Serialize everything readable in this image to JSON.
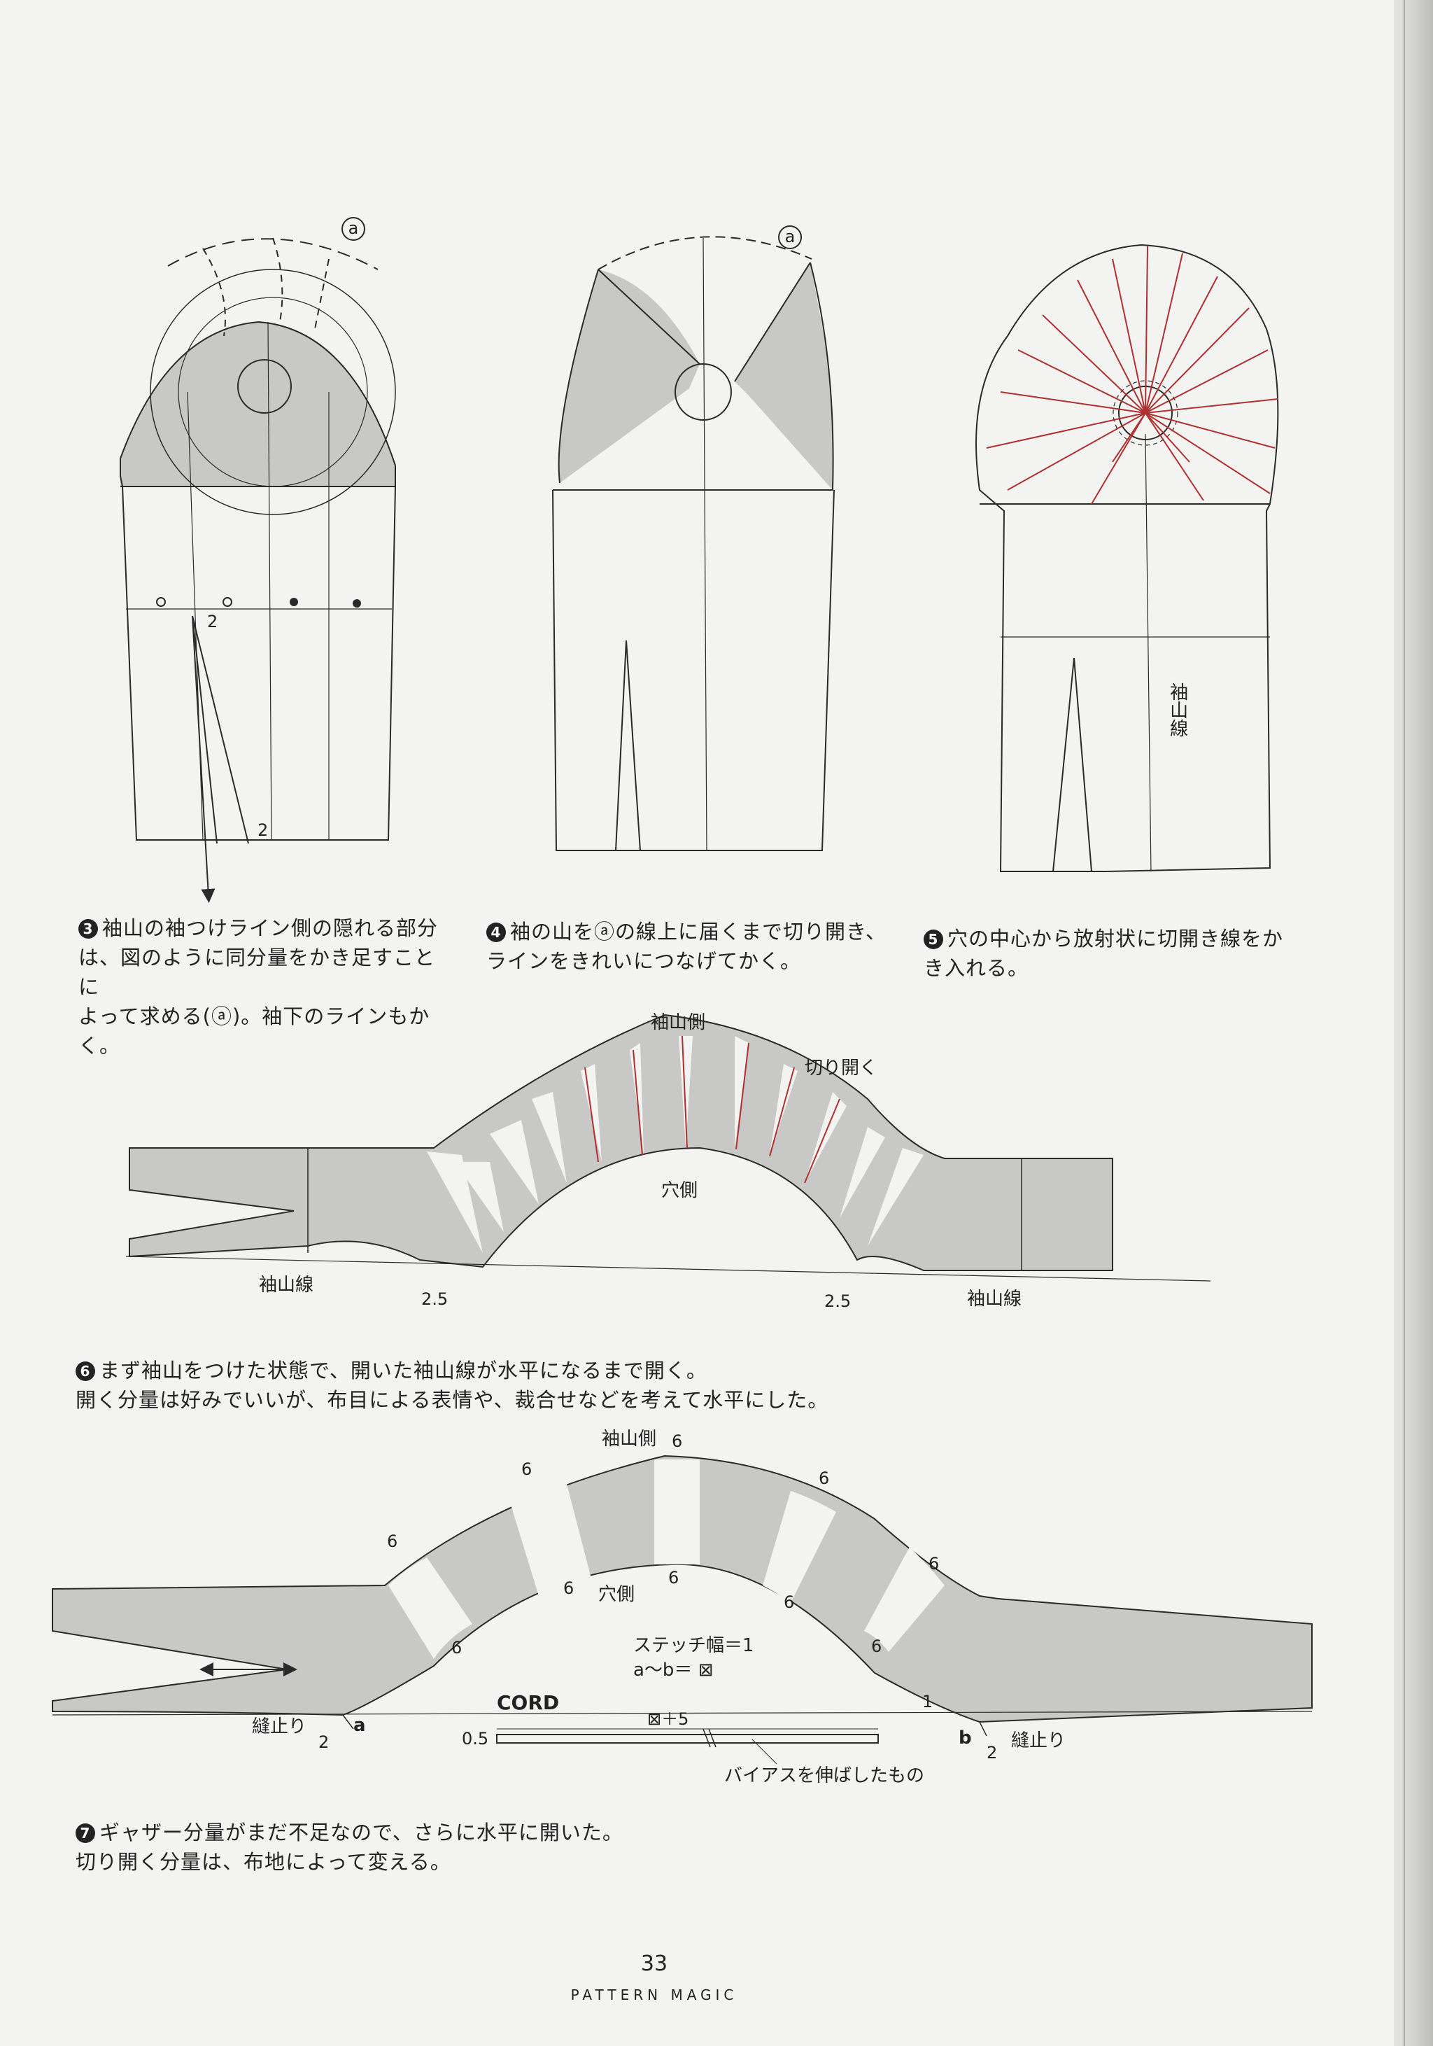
{
  "captions": {
    "c3": {
      "number": "3",
      "lines": [
        "袖山の袖つけライン側の隠れる部分",
        "は、図のように同分量をかき足すことに",
        "よって求める(ⓐ)。袖下のラインもかく。"
      ]
    },
    "c4": {
      "number": "4",
      "lines": [
        "袖の山をⓐの線上に届くまで切り開き、",
        "ラインをきれいにつなげてかく。"
      ]
    },
    "c5": {
      "number": "5",
      "lines": [
        "穴の中心から放射状に切開き線をか",
        "き入れる。"
      ]
    },
    "c6": {
      "number": "6",
      "lines": [
        "まず袖山をつけた状態で、開いた袖山線が水平になるまで開く。",
        "開く分量は好みでいいが、布目による表情や、裁合せなどを考えて水平にした。"
      ]
    },
    "c7": {
      "number": "7",
      "lines": [
        "ギャザー分量がまだ不足なので、さらに水平に開いた。",
        "切り開く分量は、布地によって変える。"
      ]
    }
  },
  "labels": {
    "a_mark": "a",
    "sodeyama_sen": "袖山線",
    "sodeyama_side": "袖山側",
    "kiri_hiraku": "切り開く",
    "ana_side": "穴側",
    "num_2": "2",
    "num_2_5": "2.5",
    "num_6": "6",
    "num_1": "1",
    "nui_dome": "縫止り",
    "point_a": "a",
    "point_b": "b",
    "stitch_width": "ステッチ幅＝1",
    "a_to_b": "a〜b＝ ⊠",
    "cord": "CORD",
    "cord_length": "⊠＋5",
    "cord_width": "0.5",
    "bias_note": "バイアスを伸ばしたもの"
  },
  "footer": {
    "page_number": "33",
    "book_title": "PATTERN MAGIC"
  },
  "colors": {
    "fill_gray": "#c8c8c6",
    "line": "#2a2a2a",
    "cut_red": "#b03030",
    "paper": "#f3f3f1"
  }
}
